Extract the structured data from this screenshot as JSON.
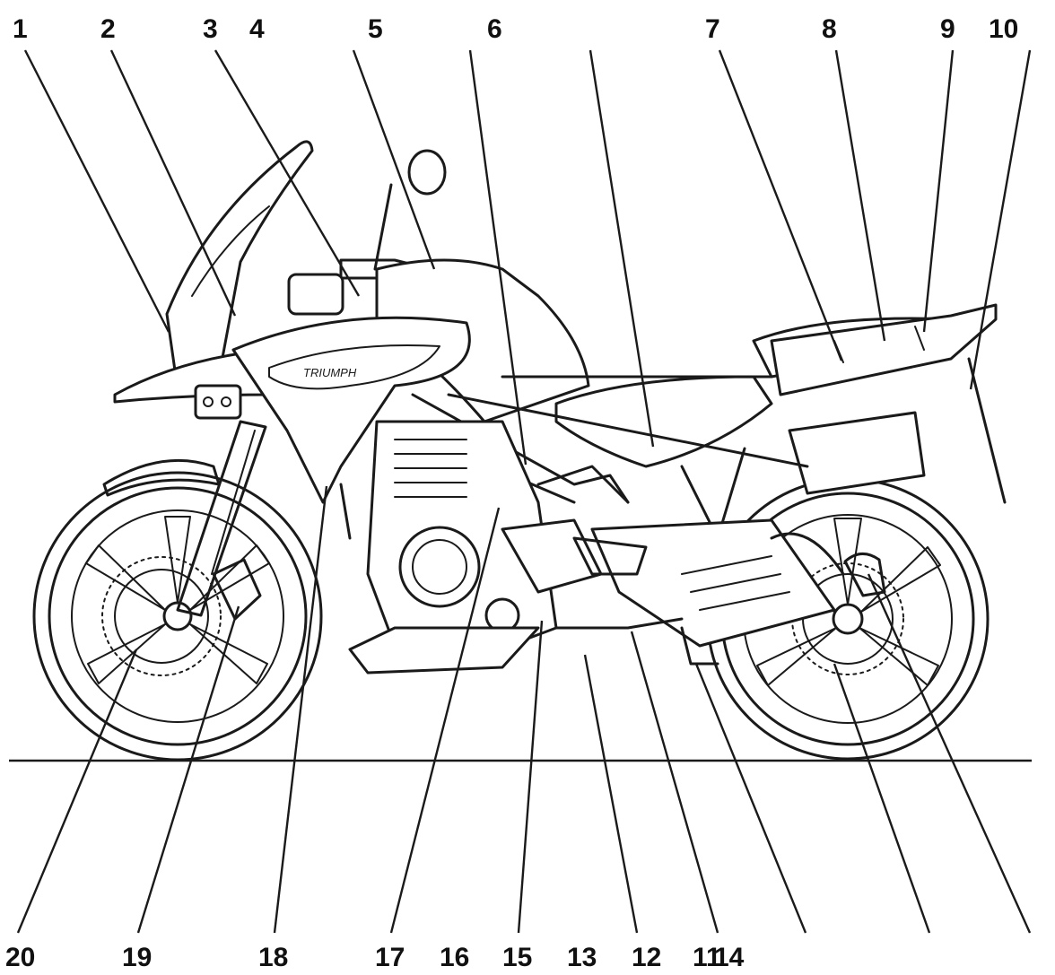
{
  "labels_top": [
    "1",
    "2",
    "3",
    "4",
    "5",
    "6",
    "7",
    "8",
    "9",
    "10"
  ],
  "labels_bottom": [
    "20",
    "19",
    "18",
    "17",
    "16",
    "15",
    "13",
    "12",
    "11",
    "14"
  ],
  "badge_text": "TRIUMPH"
}
